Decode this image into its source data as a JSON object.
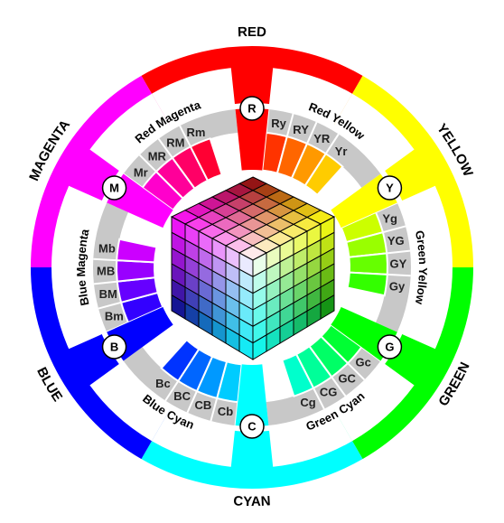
{
  "outer": [
    {
      "label": "RED",
      "color": "#ff0000"
    },
    {
      "label": "YELLOW",
      "color": "#ffff00"
    },
    {
      "label": "GREEN",
      "color": "#00ff00"
    },
    {
      "label": "CYAN",
      "color": "#00ffff"
    },
    {
      "label": "BLUE",
      "color": "#0000ff"
    },
    {
      "label": "MAGENTA",
      "color": "#ff00ff"
    }
  ],
  "groups": [
    {
      "label": "Red Yellow",
      "cells": [
        {
          "code": "Ry",
          "color": "#ff3300"
        },
        {
          "code": "RY",
          "color": "#ff6600"
        },
        {
          "code": "YR",
          "color": "#ff9900"
        },
        {
          "code": "Yr",
          "color": "#ffcc00"
        }
      ]
    },
    {
      "label": "Green Yellow",
      "cells": [
        {
          "code": "Yg",
          "color": "#ccff00"
        },
        {
          "code": "YG",
          "color": "#99ff00"
        },
        {
          "code": "GY",
          "color": "#66ff00"
        },
        {
          "code": "Gy",
          "color": "#33ff00"
        }
      ]
    },
    {
      "label": "Green Cyan",
      "cells": [
        {
          "code": "Gc",
          "color": "#00ff33"
        },
        {
          "code": "GC",
          "color": "#00ff66"
        },
        {
          "code": "CG",
          "color": "#00ff99"
        },
        {
          "code": "Cg",
          "color": "#00ffcc"
        }
      ]
    },
    {
      "label": "Blue Cyan",
      "cells": [
        {
          "code": "Cb",
          "color": "#00ccff"
        },
        {
          "code": "CB",
          "color": "#0099ff"
        },
        {
          "code": "BC",
          "color": "#0066ff"
        },
        {
          "code": "Bc",
          "color": "#0033ff"
        }
      ]
    },
    {
      "label": "Blue Magenta",
      "cells": [
        {
          "code": "Bm",
          "color": "#3300ff"
        },
        {
          "code": "BM",
          "color": "#6600ff"
        },
        {
          "code": "MB",
          "color": "#9900ff"
        },
        {
          "code": "Mb",
          "color": "#cc00ff"
        }
      ]
    },
    {
      "label": "Red Magenta",
      "cells": [
        {
          "code": "Mr",
          "color": "#ff00cc"
        },
        {
          "code": "MR",
          "color": "#ff0099"
        },
        {
          "code": "RM",
          "color": "#ff0066"
        },
        {
          "code": "Rm",
          "color": "#ff0033"
        }
      ]
    }
  ],
  "nodes": [
    {
      "label": "R",
      "color": "#ff0000"
    },
    {
      "label": "Y",
      "color": "#ffff00"
    },
    {
      "label": "G",
      "color": "#00ff00"
    },
    {
      "label": "C",
      "color": "#00ffff"
    },
    {
      "label": "B",
      "color": "#0000ff"
    },
    {
      "label": "M",
      "color": "#ff00ff"
    }
  ],
  "cube": {
    "divisions": 6,
    "visible_vertex_color": "#ffffff",
    "hidden_vertex_color": "#000000"
  }
}
